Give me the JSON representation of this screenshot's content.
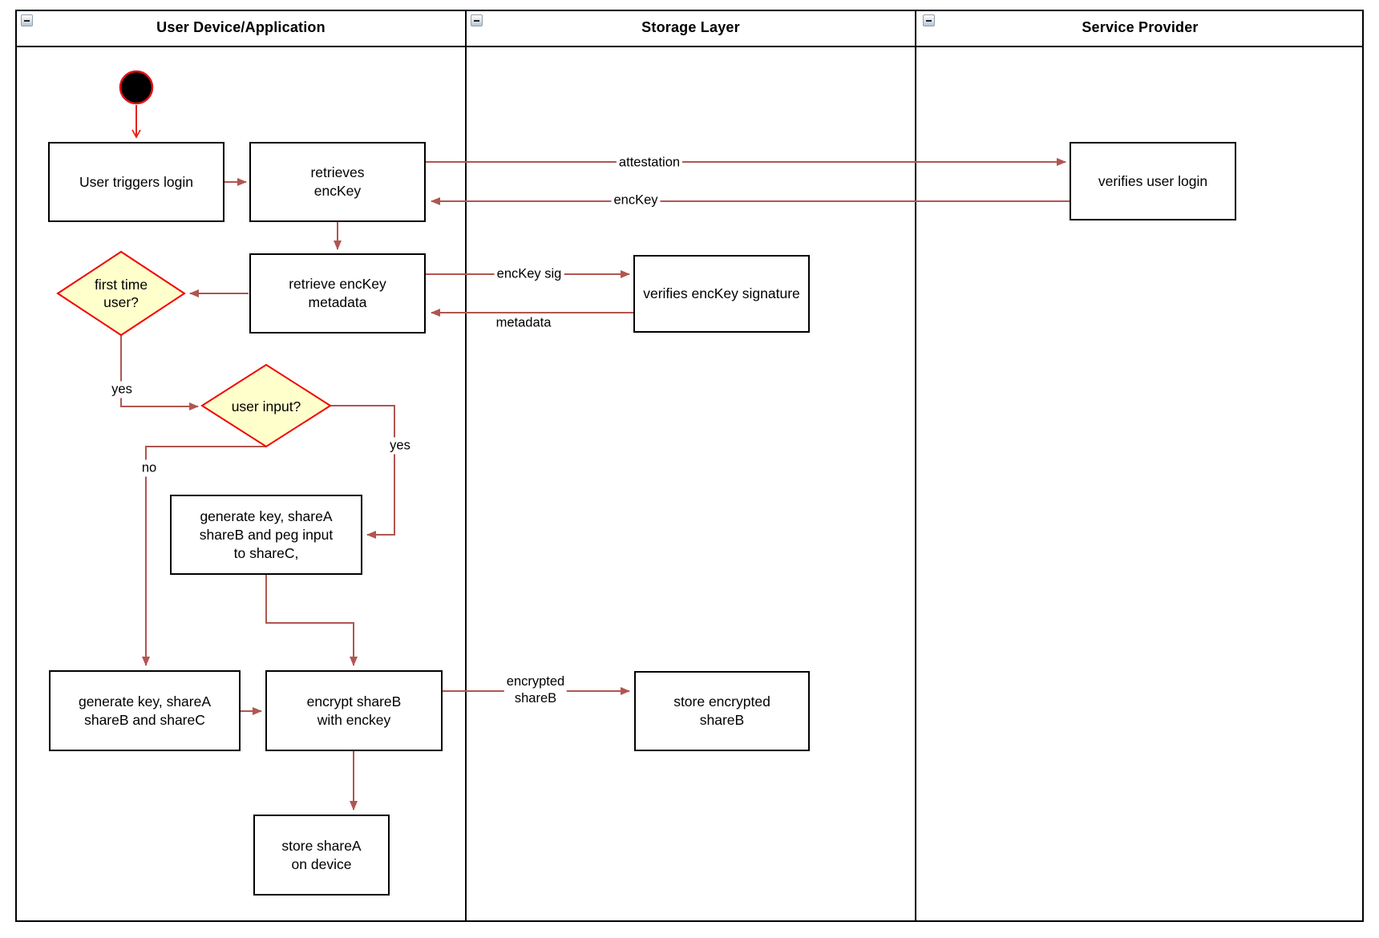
{
  "diagram": {
    "type": "swimlane-flowchart",
    "lanes": [
      {
        "title": "User Device/Application"
      },
      {
        "title": "Storage Layer"
      },
      {
        "title": "Service Provider"
      }
    ],
    "nodes": {
      "start": "",
      "user_triggers_login": "User triggers login",
      "retrieves_enckey": "retrieves\nencKey",
      "verifies_user_login": "verifies user login",
      "retrieve_enckey_metadata": "retrieve encKey\nmetadata",
      "verifies_enckey_signature": "verifies encKey signature",
      "first_time_user": "first time\nuser?",
      "user_input": "user input?",
      "generate_key_peg_input": "generate key, shareA\nshareB and peg input\nto shareC,",
      "generate_key_sharec": "generate key, shareA\nshareB and shareC",
      "encrypt_shareb": "encrypt shareB\nwith enckey",
      "store_encrypted_shareb": "store encrypted\nshareB",
      "store_sharea": "store shareA\non device"
    },
    "edge_labels": {
      "attestation": "attestation",
      "enckey": "encKey",
      "enckey_sig": "encKey sig",
      "metadata": "metadata",
      "yes_first_time": "yes",
      "yes_user_input": "yes",
      "no_user_input": "no",
      "encrypted_shareb": "encrypted\nshareB"
    },
    "colors": {
      "flow_edge": "#b05650",
      "start_edge": "#e32219",
      "start_node_fill": "#000000",
      "start_node_border": "#e01414",
      "decision_fill": "#ffffcc",
      "decision_border": "#f20000",
      "node_border": "#000000",
      "lane_border": "#000000"
    }
  }
}
